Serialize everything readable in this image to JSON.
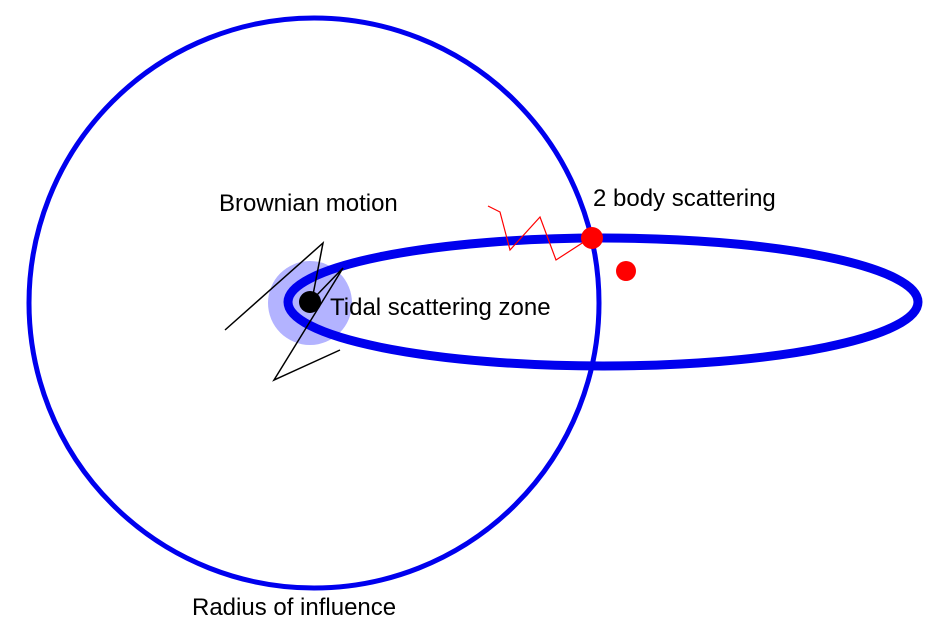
{
  "labels": {
    "brownian": "Brownian motion",
    "two_body": "2 body scattering",
    "tidal_zone": "Tidal scattering zone",
    "radius": "Radius of influence"
  },
  "colors": {
    "orbit": "#0000ee",
    "tidal_zone": "#b3b3ff",
    "scatter": "#ff0000",
    "black_hole": "#000000",
    "brownian_path": "#000000",
    "text": "#000000"
  }
}
